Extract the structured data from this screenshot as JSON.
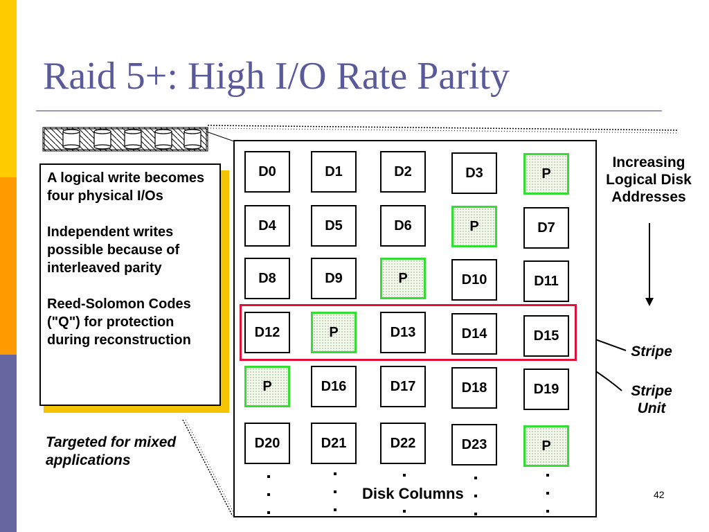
{
  "slide": {
    "title": "Raid 5+: High I/O Rate Parity",
    "page_number": "42"
  },
  "callout": {
    "para1": "A logical write becomes four physical I/Os",
    "para2": "Independent writes possible because of\ninterleaved parity",
    "para3": "Reed-Solomon Codes (\"Q\") for protection during reconstruction"
  },
  "tagline": "Targeted for mixed applications",
  "labels": {
    "increasing": "Increasing Logical Disk Addresses",
    "stripe": "Stripe",
    "stripe_unit": "Stripe Unit",
    "disk_columns": "Disk Columns"
  },
  "grid": {
    "rows": [
      [
        "D0",
        "D1",
        "D2",
        "D3",
        "P"
      ],
      [
        "D4",
        "D5",
        "D6",
        "P",
        "D7"
      ],
      [
        "D8",
        "D9",
        "P",
        "D10",
        "D11"
      ],
      [
        "D12",
        "P",
        "D13",
        "D14",
        "D15"
      ],
      [
        "P",
        "D16",
        "D17",
        "D18",
        "D19"
      ],
      [
        "D20",
        "D21",
        "D22",
        "D23",
        "P"
      ]
    ],
    "parity_label": "P"
  },
  "colors": {
    "title": "#5a5a9a",
    "parity_border": "#33dd33",
    "stripe_border": "#e0103a",
    "callout_shadow": "#f5c400",
    "left_bar_top": "#ffcc00",
    "left_bar_mid": "#ff9900",
    "left_bar_bottom": "#6666a0"
  }
}
